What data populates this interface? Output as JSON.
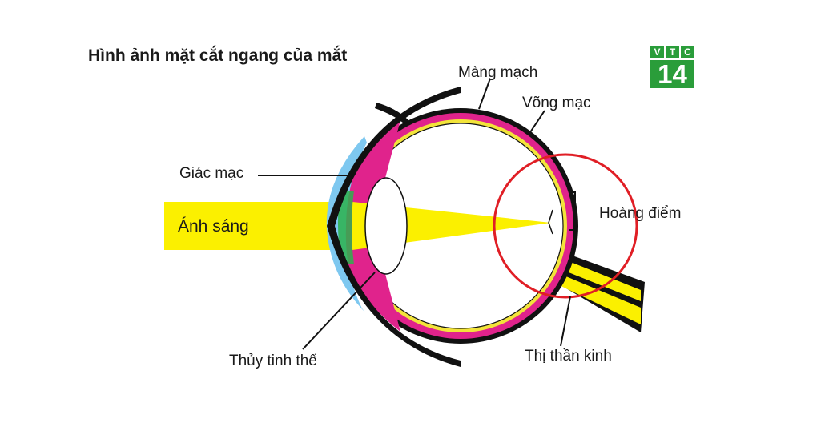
{
  "title": "Hình ảnh mặt cắt ngang của mắt",
  "labels": {
    "choroid": "Màng mạch",
    "retina": "Võng mạc",
    "cornea": "Giác mạc",
    "light": "Ánh sáng",
    "macula": "Hoàng điểm",
    "lens": "Thủy tinh thể",
    "optic_nerve": "Thị thần kinh"
  },
  "logo": {
    "letters": [
      "V",
      "T",
      "C"
    ],
    "number": "14"
  },
  "colors": {
    "light_beam": "#fbf000",
    "choroid_band": "#e0238c",
    "retina_layer": "#f2e43a",
    "cornea": "#7ec8f0",
    "iris": "#2bb24c",
    "macula_circle": "#e01e25",
    "outline": "#111111",
    "logo_green": "#2a9d3a"
  }
}
